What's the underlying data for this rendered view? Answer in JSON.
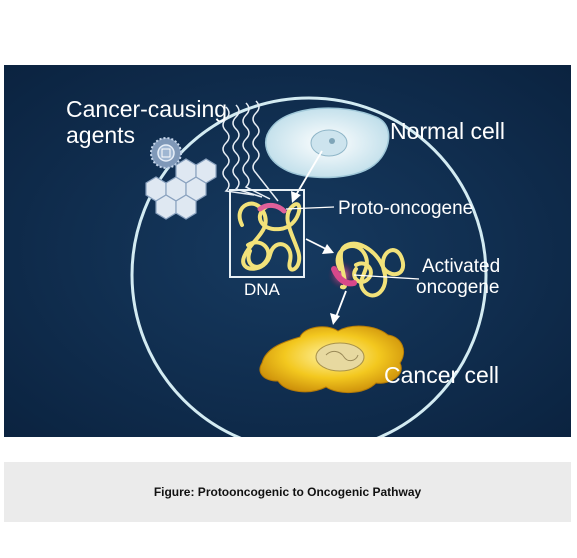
{
  "figure": {
    "labels": {
      "agents_line1": "Cancer-causing",
      "agents_line2": "agents",
      "normal_cell": "Normal cell",
      "proto_oncogene": "Proto-oncogene",
      "dna": "DNA",
      "activated_line1": "Activated",
      "activated_line2": "oncogene",
      "cancer_cell": "Cancer cell"
    },
    "colors": {
      "background": "#0e2a4a",
      "circle": "#cfe7ef",
      "dna_strand": "#f2e27a",
      "gene_marker": "#e0609a",
      "cancer_cell": "#f0c21a",
      "normal_cell": "#e4f1f7"
    }
  },
  "caption": "Figure: Protooncogenic to Oncogenic Pathway"
}
